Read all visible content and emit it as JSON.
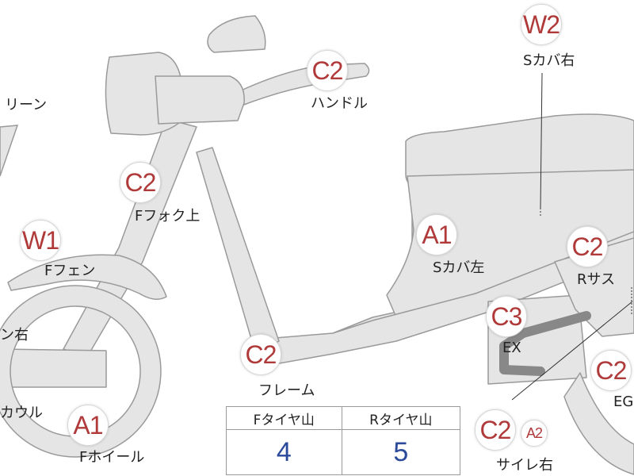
{
  "colors": {
    "body_fill": "#e5e5e5",
    "body_stroke": "#9a9a9a",
    "badge_text": "#b03a3a",
    "table_value": "#2b4a9a"
  },
  "badges": {
    "w2_s_cover": "W2",
    "c2_handle": "C2",
    "c2_f_fork": "C2",
    "w1_f_fender": "W1",
    "a1_s_cover_left": "A1",
    "c2_r_sus": "C2",
    "c3_ex": "C3",
    "c2_frame": "C2",
    "c2_eg": "C2",
    "a1_f_wheel": "A1",
    "c2_side_stand": "C2",
    "a2_side_stand": "A2"
  },
  "labels": {
    "screen": "リーン",
    "s_cover_right": "Sカバ右",
    "handle": "ハンドル",
    "f_fork_upper": "Fフォク上",
    "f_fender": "Fフェン",
    "s_cover_left": "Sカバ左",
    "r_sus": "Rサス",
    "ex": "EX",
    "frame": "フレーム",
    "eg": "EG",
    "f_wheel": "Fホイール",
    "side_stand_right": "サイレ右",
    "cowl": "カウル",
    "cowl_right": "ン右"
  },
  "tire_table": {
    "headers": [
      "Fタイヤ山",
      "Rタイヤ山"
    ],
    "values": [
      "4",
      "5"
    ]
  }
}
